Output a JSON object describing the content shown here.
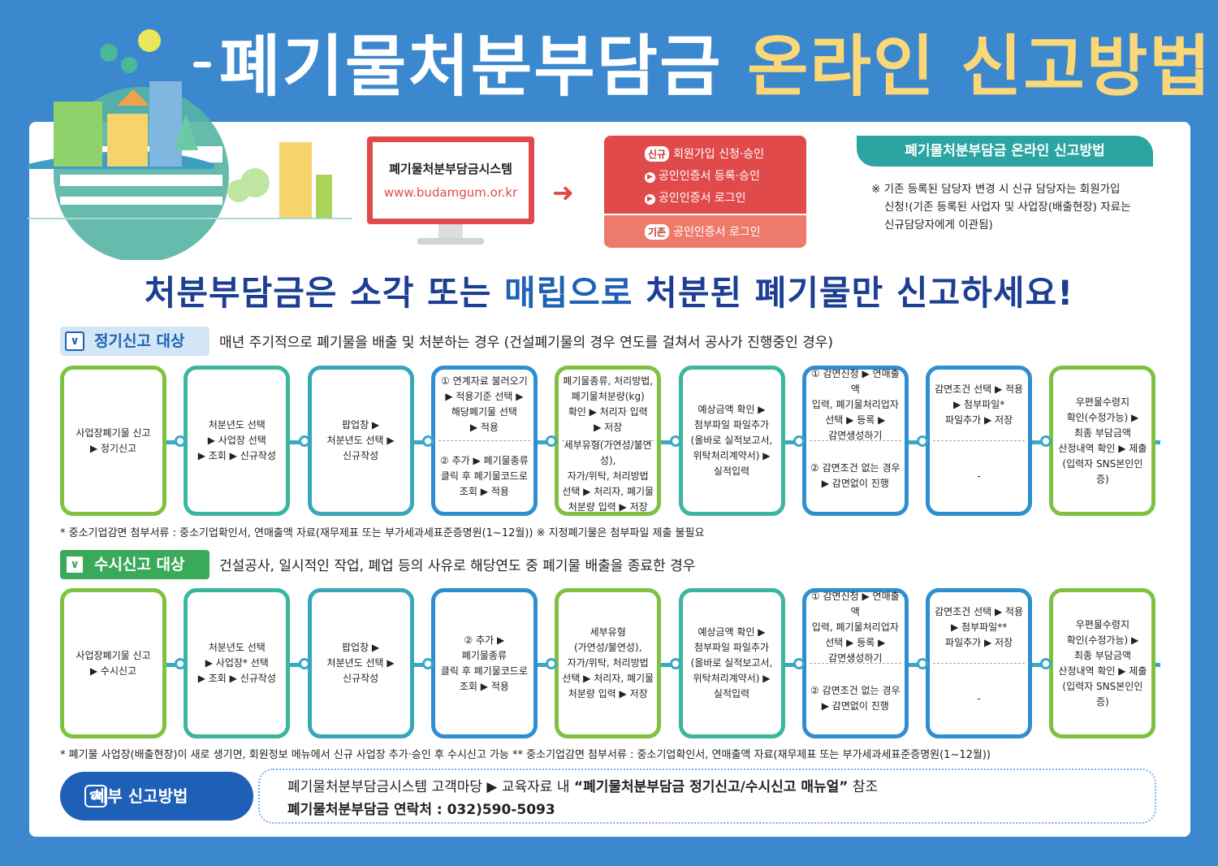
{
  "title": {
    "part1": "폐기물처분부담금",
    "part2": "온라인 신고방법"
  },
  "system": {
    "name": "폐기물처분부담금시스템",
    "url": "www.budamgum.or.kr"
  },
  "signup": {
    "new_badge": "신규",
    "new_items": [
      "회원가입 신청·승인",
      "공인인증서 등록·승인",
      "공인인증서 로그인"
    ],
    "existing_badge": "기존",
    "existing_item": "공인인증서 로그인"
  },
  "method": {
    "ribbon": "폐기물처분부담금 온라인 신고방법",
    "note_lines": [
      "※ 기존 등록된 담당자 변경 시 신규 담당자는 회원가입",
      "신청!(기존 등록된 사업자 및 사업장(배출현장) 자료는",
      "신규담당자에게 이관됨)"
    ]
  },
  "headline": {
    "a": "처분부담금은 소각 또는 ",
    "b": "매립으로",
    "c": " 처분된 폐기물만 신고하세요!"
  },
  "regular": {
    "tag": "정기신고 대상",
    "desc": "매년 주기적으로 폐기물을 배출 및 처분하는 경우 (건설폐기물의 경우 연도를 걸쳐서 공사가 진행중인 경우)",
    "steps": [
      {
        "text": [
          "사업장폐기물 신고",
          "▶ 정기신고"
        ]
      },
      {
        "text": [
          "처분년도 선택",
          "▶ 사업장 선택",
          "▶ 조회 ▶ 신규작성"
        ]
      },
      {
        "text": [
          "팝업창 ▶",
          "처분년도 선택 ▶",
          "신규작성"
        ]
      },
      {
        "top": [
          "① 연계자료 불러오기",
          "▶ 적용기준 선택 ▶",
          "해당폐기물 선택",
          "▶ 적용"
        ],
        "bottom": [
          "② 추가 ▶ 폐기물종류",
          "클릭 후 폐기물코드로",
          "조회 ▶ 적용"
        ]
      },
      {
        "top": [
          "폐기물종류, 처리방법,",
          "폐기물처분량(kg)",
          "확인 ▶ 처리자 입력",
          "▶ 저장"
        ],
        "bottom": [
          "세부유형(가연성/불연성),",
          "자가/위탁, 처리방법",
          "선택 ▶ 처리자, 폐기물",
          "처분량 입력 ▶ 저장"
        ]
      },
      {
        "text": [
          "예상금액 확인 ▶",
          "첨부파일 파일추가",
          "(올바로 실적보고서,",
          "위탁처리계약서) ▶",
          "실적입력"
        ]
      },
      {
        "top": [
          "① 감면신청 ▶ 연매출액",
          "입력, 폐기물처리업자",
          "선택 ▶ 등록 ▶",
          "감면생성하기"
        ],
        "bottom": [
          "② 감면조건 없는 경우",
          "▶ 감면없이 진행"
        ]
      },
      {
        "top": [
          "감면조건 선택 ▶ 적용",
          "▶ 첨부파일*",
          "파일추가 ▶ 저장"
        ],
        "bottom": [
          "-"
        ]
      },
      {
        "text": [
          "우편물수령지",
          "확인(수정가능) ▶",
          "최종 부담금액",
          "산정내역 확인 ▶ 제출",
          "(입력자 SNS본인인증)"
        ]
      }
    ],
    "footnote": "* 중소기업감면 첨부서류 : 중소기업확인서, 연매출액 자료(재무제표 또는 부가세과세표준증명원(1~12월))   ※ 지정폐기물은 첨부파일 제출 불필요"
  },
  "occasional": {
    "tag": "수시신고 대상",
    "desc": "건설공사, 일시적인 작업, 폐업 등의 사유로 해당연도 중 폐기물 배출을 종료한 경우",
    "steps": [
      {
        "text": [
          "사업장폐기물 신고",
          "▶ 수시신고"
        ]
      },
      {
        "text": [
          "처분년도 선택",
          "▶ 사업장* 선택",
          "▶ 조회 ▶ 신규작성"
        ]
      },
      {
        "text": [
          "팝업창 ▶",
          "처분년도 선택 ▶",
          "신규작성"
        ]
      },
      {
        "text": [
          "② 추가 ▶",
          "폐기물종류",
          "클릭 후 폐기물코드로",
          "조회 ▶ 적용"
        ]
      },
      {
        "text": [
          "세부유형",
          "(가연성/불연성),",
          "자가/위탁, 처리방법",
          "선택 ▶ 처리자, 폐기물",
          "처분량 입력 ▶ 저장"
        ]
      },
      {
        "text": [
          "예상금액 확인 ▶",
          "첨부파일 파일추가",
          "(올바로 실적보고서,",
          "위탁처리계약서) ▶",
          "실적입력"
        ]
      },
      {
        "top": [
          "① 감면신청 ▶ 연매출액",
          "입력, 폐기물처리업자",
          "선택 ▶ 등록 ▶",
          "감면생성하기"
        ],
        "bottom": [
          "② 감면조건 없는 경우",
          "▶ 감면없이 진행"
        ]
      },
      {
        "top": [
          "감면조건 선택 ▶ 적용",
          "▶ 첨부파일**",
          "파일추가 ▶ 저장"
        ],
        "bottom": [
          "-"
        ]
      },
      {
        "text": [
          "우편물수령지",
          "확인(수정가능) ▶",
          "최종 부담금액",
          "산정내역 확인 ▶ 제출",
          "(입력자 SNS본인인증)"
        ]
      }
    ],
    "footnote": "* 폐기물 사업장(배출현장)이 새로 생기면, 회원정보 메뉴에서 신규 사업장 추가·승인 후 수시신고 가능   ** 중소기업감면 첨부서류 : 중소기업확인서, 연매출액 자료(재무제표 또는 부가세과세표준증명원(1~12월))"
  },
  "detail": {
    "button": "세부 신고방법",
    "line1_a": "폐기물처분부담금시스템 고객마당 ▶ 교육자료 내 ",
    "line1_b": "“폐기물처분부담금 정기신고/수시신고 매뉴얼”",
    "line1_c": " 참조",
    "line2": "폐기물처분부담금 연락처 : 032)590-5093"
  },
  "colors": {
    "green": "#7ec242",
    "teal": "#3bb69e",
    "blue": "#2e8ed0",
    "red": "#e14a4a",
    "navy": "#1c3f93",
    "yellow": "#fbd777"
  }
}
